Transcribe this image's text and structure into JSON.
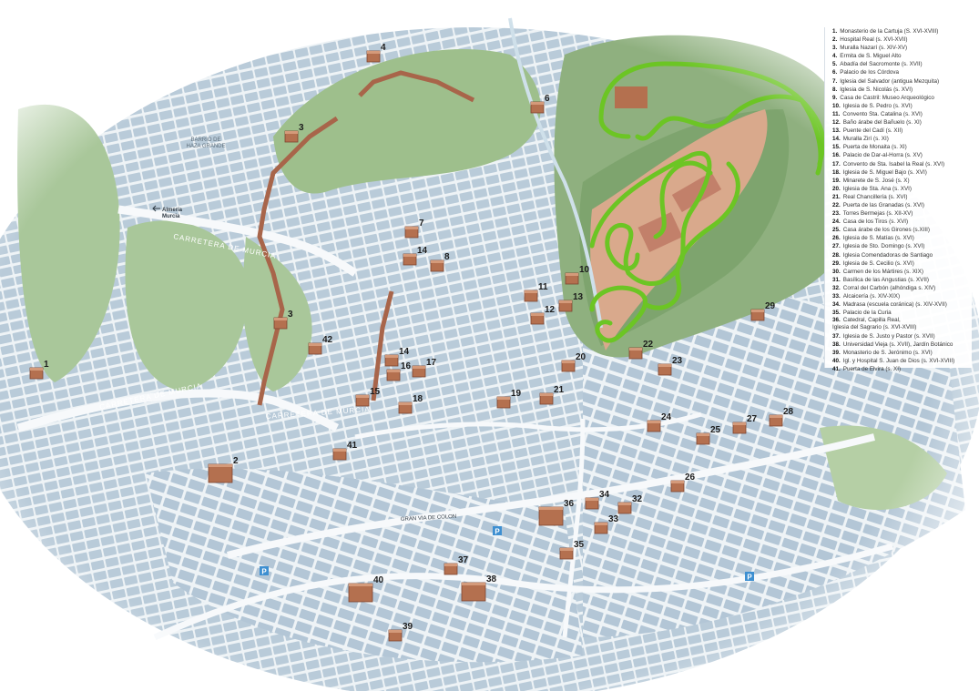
{
  "map": {
    "colors": {
      "background": "#ffffff",
      "blocks": "#b7cad9",
      "streets": "#f4f7f9",
      "park": "#a9c79a",
      "hill": "#8fb07f",
      "building": "#b4704f",
      "wall": "#a8654a",
      "route": "#6cc524"
    },
    "road_labels": [
      {
        "id": "carretera-murcia-top",
        "text": "CARRETERA DE MURCIA"
      },
      {
        "id": "carretera-murcia-mid",
        "text": "CARRETERA DE MURCIA"
      },
      {
        "id": "carretera-murcia-left",
        "text": "CARRETERA DE MURCIA"
      },
      {
        "id": "gran-via",
        "text": "GRAN VIA DE COLON"
      }
    ],
    "area_labels": [
      {
        "id": "barrio-haza",
        "lines": [
          "BARRIO DE",
          "HAZA GRANDE"
        ]
      },
      {
        "id": "almeria",
        "lines": [
          "Almería",
          "Murcia"
        ]
      }
    ],
    "monuments": [
      {
        "n": "1"
      },
      {
        "n": "2"
      },
      {
        "n": "3"
      },
      {
        "n": "3"
      },
      {
        "n": "4"
      },
      {
        "n": "6"
      },
      {
        "n": "7"
      },
      {
        "n": "8"
      },
      {
        "n": "10"
      },
      {
        "n": "11"
      },
      {
        "n": "12"
      },
      {
        "n": "13"
      },
      {
        "n": "14"
      },
      {
        "n": "14"
      },
      {
        "n": "15"
      },
      {
        "n": "16"
      },
      {
        "n": "17"
      },
      {
        "n": "18"
      },
      {
        "n": "19"
      },
      {
        "n": "20"
      },
      {
        "n": "21"
      },
      {
        "n": "22"
      },
      {
        "n": "23"
      },
      {
        "n": "24"
      },
      {
        "n": "25"
      },
      {
        "n": "26"
      },
      {
        "n": "27"
      },
      {
        "n": "28"
      },
      {
        "n": "29"
      },
      {
        "n": "32"
      },
      {
        "n": "33"
      },
      {
        "n": "34"
      },
      {
        "n": "35"
      },
      {
        "n": "36"
      },
      {
        "n": "37"
      },
      {
        "n": "38"
      },
      {
        "n": "39"
      },
      {
        "n": "40"
      },
      {
        "n": "41"
      },
      {
        "n": "42"
      }
    ],
    "parking_symbol": "P"
  },
  "legend": {
    "items": [
      {
        "n": "1.",
        "t": "Monasterio de la Cartuja (S. XVI-XVIII)"
      },
      {
        "n": "2.",
        "t": "Hospital Real (s. XVI-XVII)"
      },
      {
        "n": "3.",
        "t": "Muralla Nazarí (s. XIV-XV)"
      },
      {
        "n": "4.",
        "t": "Ermita de S. Miguel Alto"
      },
      {
        "n": "5.",
        "t": "Abadía del Sacromonte (s. XVII)"
      },
      {
        "n": "6.",
        "t": "Palacio de los Córdova"
      },
      {
        "n": "7.",
        "t": "Iglesia del Salvador (antigua Mezquita)"
      },
      {
        "n": "8.",
        "t": "Iglesia de S. Nicolás (s. XVI)"
      },
      {
        "n": "9.",
        "t": "Casa de Castril: Museo Arqueológico"
      },
      {
        "n": "10.",
        "t": "Iglesia de S. Pedro (s. XVI)"
      },
      {
        "n": "11.",
        "t": "Convento Sta. Catalina (s. XVI)"
      },
      {
        "n": "12.",
        "t": "Baño árabe del Bañuelo (s. XI)"
      },
      {
        "n": "13.",
        "t": "Puente del Cadí (s. XII)"
      },
      {
        "n": "14.",
        "t": "Muralla Zirí (s. XI)"
      },
      {
        "n": "15.",
        "t": "Puerta de Monaita (s. XI)"
      },
      {
        "n": "16.",
        "t": "Palacio de Dar-al-Horra (s. XV)"
      },
      {
        "n": "17.",
        "t": "Convento de Sta. Isabel la Real (s. XVI)"
      },
      {
        "n": "18.",
        "t": "Iglesia de S. Miguel Bajo (s. XVI)"
      },
      {
        "n": "19.",
        "t": "Minarete de S. José (s. X)"
      },
      {
        "n": "20.",
        "t": "Iglesia de Sta. Ana (s. XVI)"
      },
      {
        "n": "21.",
        "t": "Real Chancillería (s. XVI)"
      },
      {
        "n": "22.",
        "t": "Puerta de las Granadas (s. XVI)"
      },
      {
        "n": "23.",
        "t": "Torres Bermejas (s. XII-XV)"
      },
      {
        "n": "24.",
        "t": "Casa de los Tiros (s. XVI)"
      },
      {
        "n": "25.",
        "t": "Casa árabe de los Girones (s.XIII)"
      },
      {
        "n": "26.",
        "t": "Iglesia de S. Matías (s. XVI)"
      },
      {
        "n": "27.",
        "t": "Iglesia de Sto. Domingo (s. XVI)"
      },
      {
        "n": "28.",
        "t": "Iglesia Comendadoras de Santiago"
      },
      {
        "n": "29.",
        "t": "Iglesia de S. Cecilio (s. XVI)"
      },
      {
        "n": "30.",
        "t": "Carmen de los Mártires (s. XIX)"
      },
      {
        "n": "31.",
        "t": "Basílica de las Angustias (s. XVII)"
      },
      {
        "n": "32.",
        "t": "Corral del Carbón (alhóndiga s. XIV)"
      },
      {
        "n": "33.",
        "t": "Alcaicería (s. XIV-XIX)"
      },
      {
        "n": "34.",
        "t": "Madrasa (escuela coránica) (s. XIV-XVII)"
      },
      {
        "n": "35.",
        "t": "Palacio de la Curia"
      },
      {
        "n": "36.",
        "t": "Catedral, Capilla Real,\nIglesia del Sagrario (s. XVI-XVIII)",
        "two": true
      },
      {
        "n": "37.",
        "t": "Iglesia de S. Justo y Pastor (s. XVII)"
      },
      {
        "n": "38.",
        "t": "Universidad Vieja (s. XVII), Jardín Botánico"
      },
      {
        "n": "39.",
        "t": "Monasterio de S. Jerónimo (s. XVI)"
      },
      {
        "n": "40.",
        "t": "Igl. y Hospital S. Juan de Dios (s. XVI-XVIII)"
      },
      {
        "n": "41.",
        "t": "Puerta de Elvira (s. XI)"
      }
    ]
  }
}
